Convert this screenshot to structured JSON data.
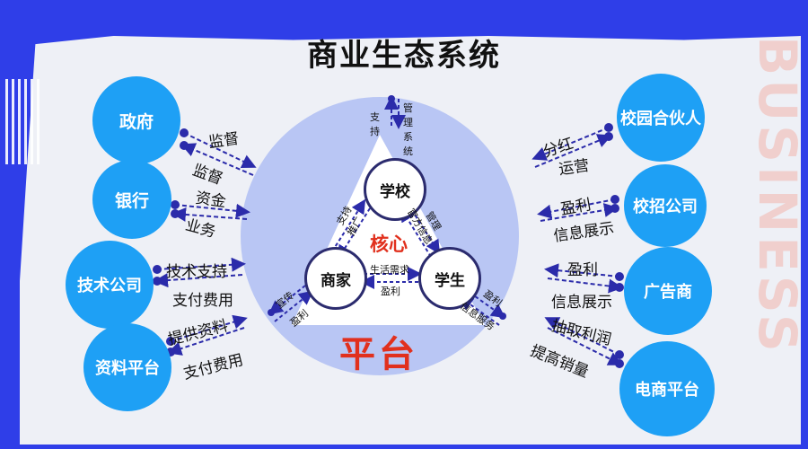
{
  "title": "商业生态系统",
  "watermark": "BUSINESS",
  "core": "核心",
  "platform": "平台",
  "inner_nodes": {
    "school": "学校",
    "merchant": "商家",
    "student": "学生"
  },
  "left_nodes": {
    "government": "政府",
    "bank": "银行",
    "tech_company": "技术公司",
    "materials_platform": "资料平台"
  },
  "right_nodes": {
    "campus_partner": "校园合伙人",
    "recruit_company": "校招公司",
    "advertiser": "广告商",
    "ecommerce": "电商平台"
  },
  "left_labels": {
    "gov_top": "监督",
    "gov_bottom": "监督",
    "bank_top": "资金",
    "bank_bottom": "业务",
    "tech_top": "技术支持",
    "tech_bottom": "支付费用",
    "mat_top": "提供资料",
    "mat_bottom": "支付费用"
  },
  "right_labels": {
    "partner_top": "分红",
    "partner_bottom": "运营",
    "recruit_top": "盈利",
    "recruit_bottom": "信息展示",
    "ad_top": "盈利",
    "ad_bottom": "信息展示",
    "ecom_top": "抽取利润",
    "ecom_bottom": "提高销量"
  },
  "inner_labels": {
    "school_left": "支持",
    "school_right": "管理系统",
    "school_merchant_a": "支持",
    "school_merchant_b": "推广",
    "school_student_a": "管理",
    "school_student_b": "官方信息",
    "merchant_student_top": "生活需求",
    "merchant_student_bottom": "盈利",
    "merchant_a": "宣传",
    "merchant_b": "盈利",
    "student_a": "盈利",
    "student_b": "信息服务"
  },
  "colors": {
    "background": "#2f3ee8",
    "node": "#1ea0f5",
    "platform_circle": "#b9c6f4",
    "accent_red": "#e1301d",
    "arrow": "#2b2baa"
  }
}
